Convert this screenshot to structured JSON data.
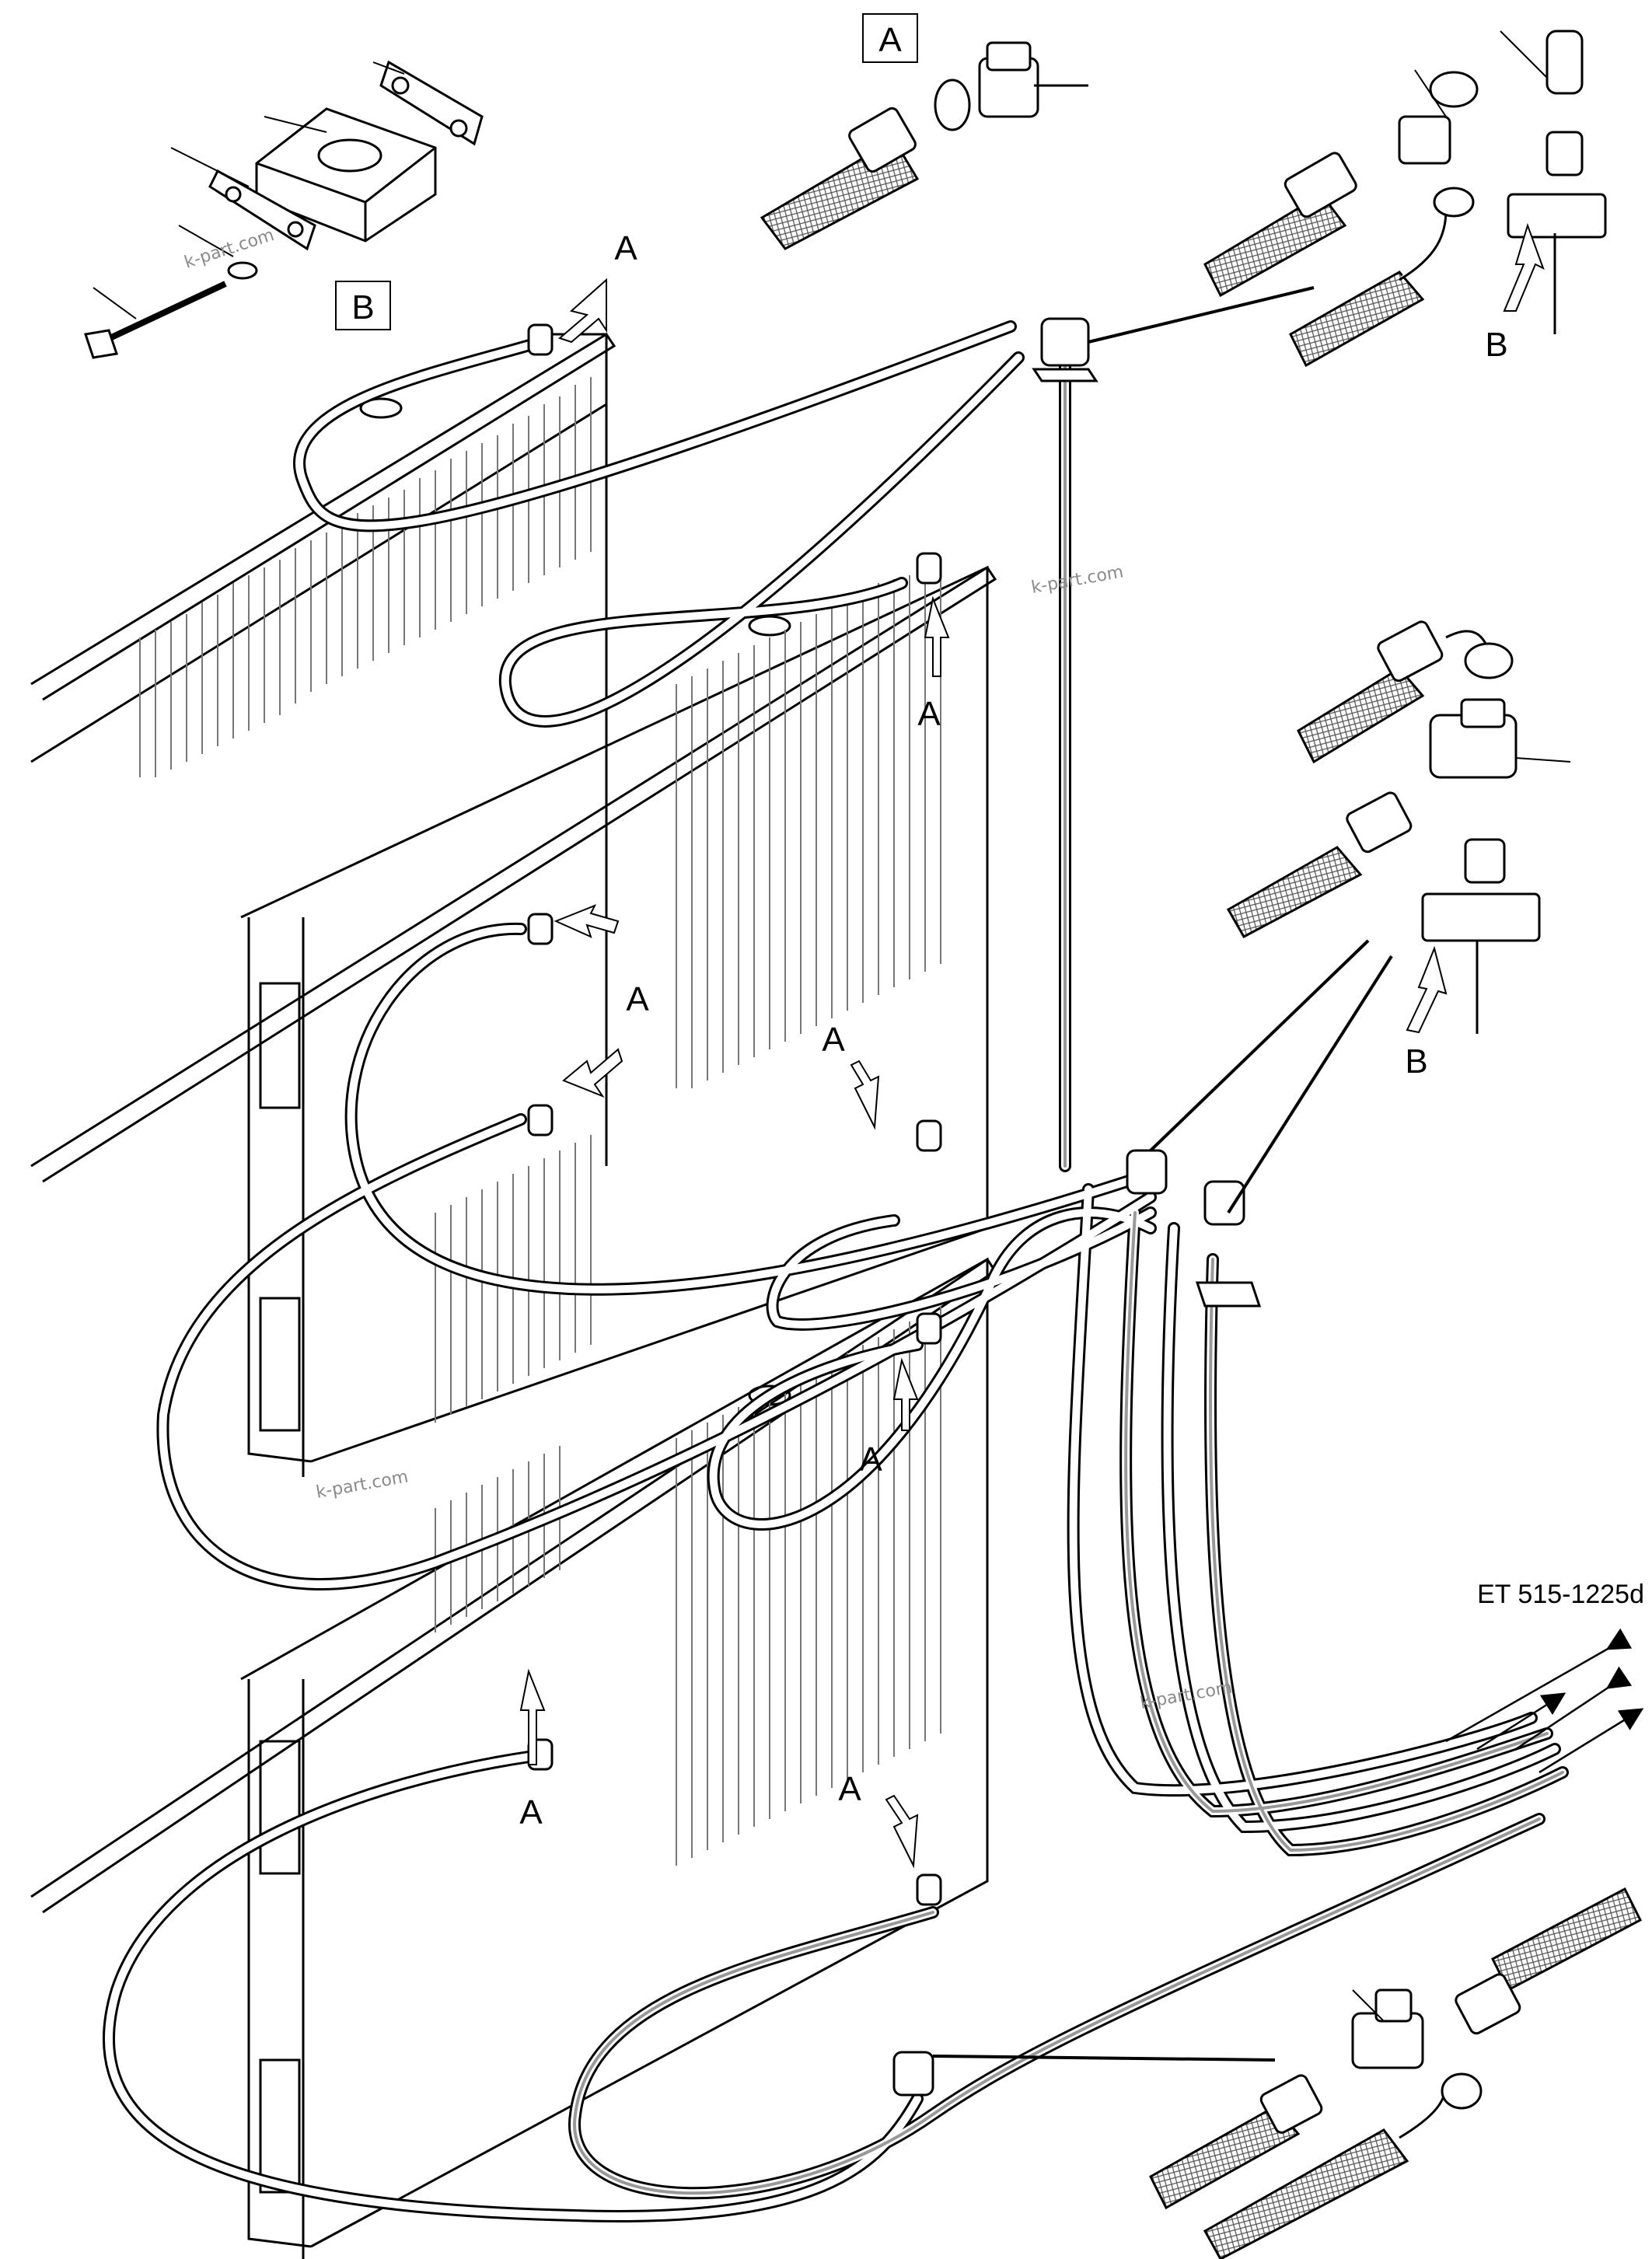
{
  "diagram": {
    "reference": "ET 515-1225d",
    "watermark": "k-part.com",
    "detail_a_title": "A",
    "detail_b_title": "B",
    "callout_a": "A",
    "callout_b": "B"
  }
}
